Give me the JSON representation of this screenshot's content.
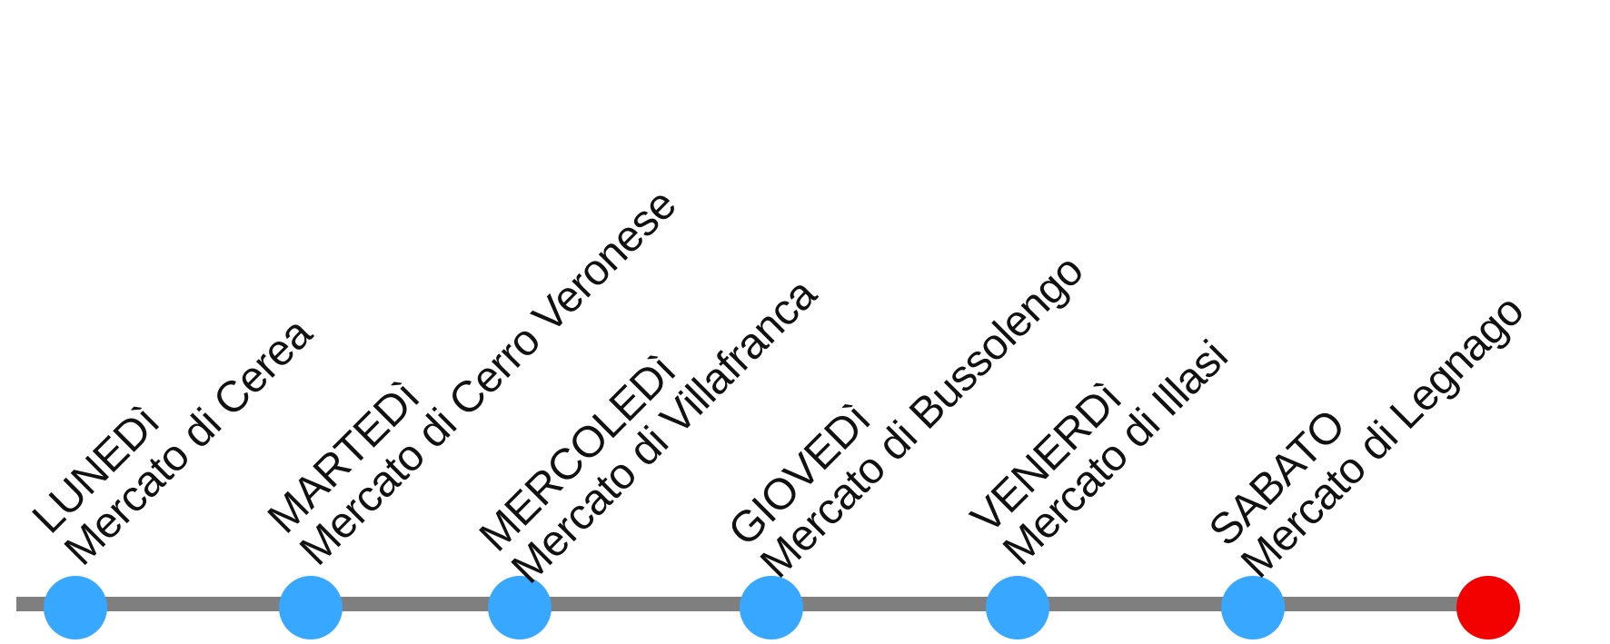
{
  "colors": {
    "line": "#7f7f7f",
    "stop": "#38a7ff",
    "final_stop": "#f20000",
    "text": "#111111"
  },
  "stops": [
    {
      "day": "LUNEDì",
      "market": "Mercato di Cerea"
    },
    {
      "day": "MARTEDì",
      "market": "Mercato di Cerro Veronese"
    },
    {
      "day": "MERCOLEDì",
      "market": "Mercato di Villafranca"
    },
    {
      "day": "GIOVEDì",
      "market": "Mercato di Bussolengo"
    },
    {
      "day": "VENERDì",
      "market": "Mercato di Illasi"
    },
    {
      "day": "SABATO",
      "market": "Mercato di Legnago"
    }
  ]
}
